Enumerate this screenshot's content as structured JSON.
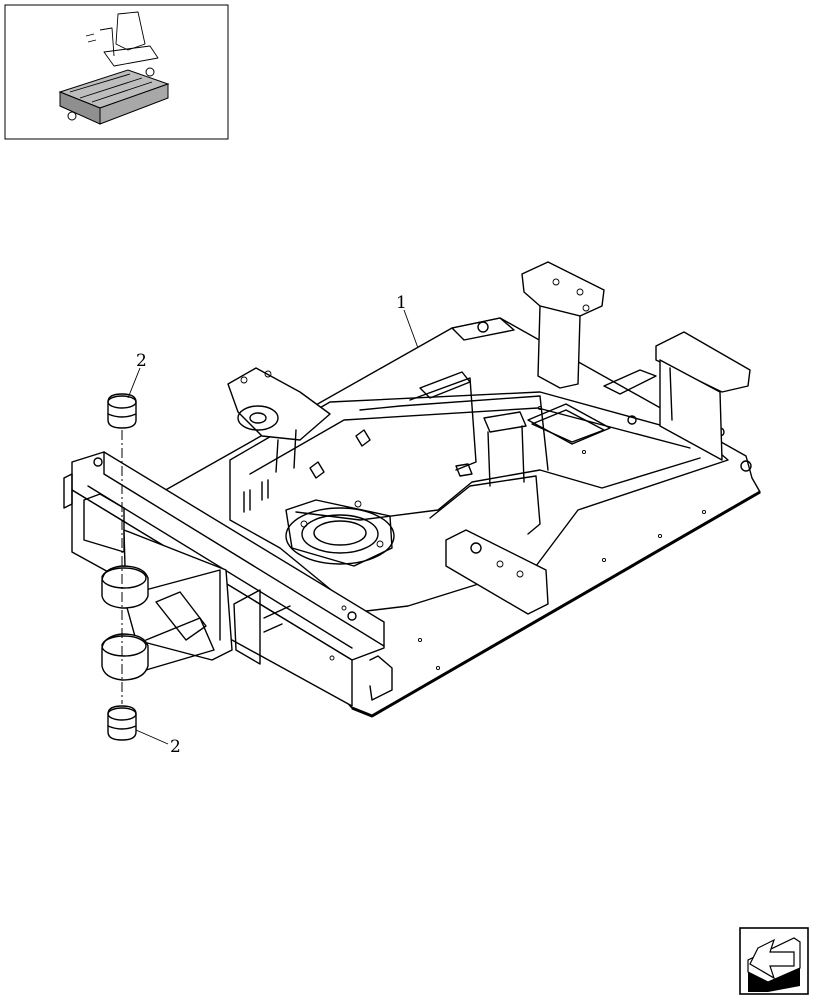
{
  "thumbnail": {
    "icon": "machine-overview-thumbnail"
  },
  "callouts": [
    {
      "label": "1"
    },
    {
      "label": "2"
    },
    {
      "label": "2"
    }
  ],
  "nav": {
    "icon": "next-page-arrow-icon"
  }
}
